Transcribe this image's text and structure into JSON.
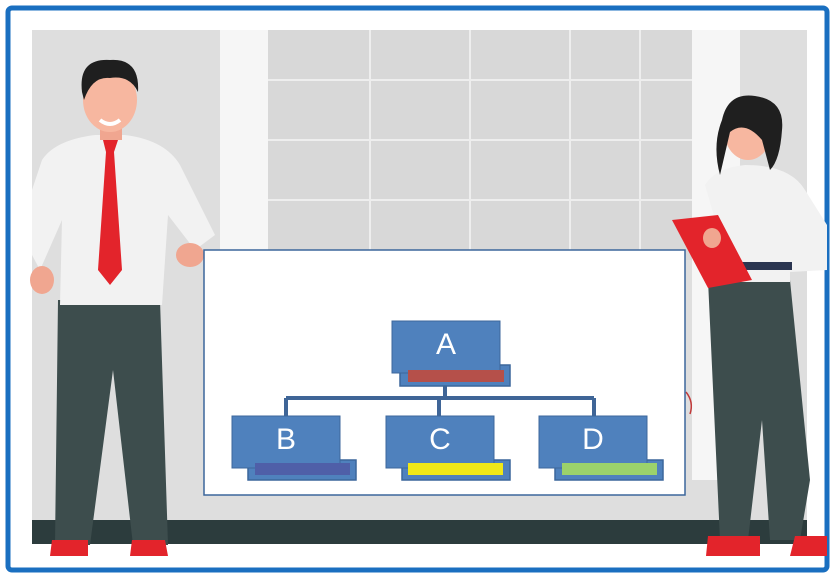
{
  "chart": {
    "root": {
      "label": "A",
      "bar_color": "#b5504a"
    },
    "children": [
      {
        "label": "B",
        "bar_color": "#4f5fa8"
      },
      {
        "label": "C",
        "bar_color": "#f0e818"
      },
      {
        "label": "D",
        "bar_color": "#9bd26b"
      }
    ]
  },
  "colors": {
    "frame": "#1a6fc0",
    "node_fill": "#4f81bd",
    "node_border": "#3c679c",
    "connector": "#3f6597",
    "tie": "#e3242b",
    "clipboard": "#e3242b",
    "pants": "#3d4d4d",
    "floor": "#2c3c3d"
  },
  "scene": {
    "left_figure": "man-with-red-tie",
    "right_figure": "woman-holding-red-clipboard"
  }
}
